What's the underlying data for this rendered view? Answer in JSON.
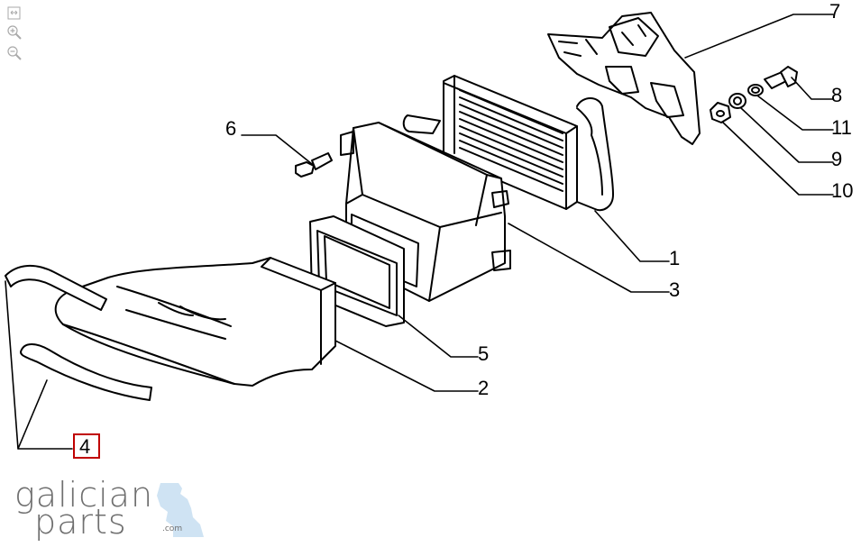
{
  "viewer_tools": {
    "fit_icon": "fit-screen-icon",
    "zoom_in_icon": "zoom-in-icon",
    "zoom_out_icon": "zoom-out-icon"
  },
  "callouts": {
    "p1": "1",
    "p2": "2",
    "p3": "3",
    "p4": "4",
    "p5": "5",
    "p6": "6",
    "p7": "7",
    "p8": "8",
    "p9": "9",
    "p10": "10",
    "p11": "11"
  },
  "highlight_color": "#c00000",
  "logo": {
    "line1": "galician",
    "line2": "parts",
    "tld": ".com",
    "accent_color": "#cfe3f3"
  }
}
